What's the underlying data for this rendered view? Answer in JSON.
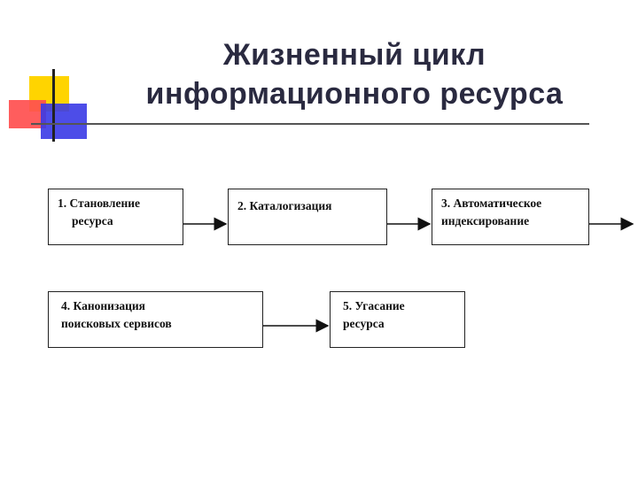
{
  "title": {
    "line1": "Жизненный цикл",
    "line2": "информационного ресурса"
  },
  "steps": [
    {
      "line1": "1. Становление",
      "line2": "ресурса"
    },
    {
      "line1": "2. Каталогизация",
      "line2": ""
    },
    {
      "line1": "3. Автоматическое",
      "line2": "индексирование"
    },
    {
      "line1": "4. Канонизация",
      "line2": "поисковых сервисов"
    },
    {
      "line1": "5. Угасание",
      "line2": "ресурса"
    }
  ],
  "colors": {
    "accent_yellow": "#ffd400",
    "accent_red": "#ff4f4f",
    "accent_blue": "#3a3ae6"
  }
}
